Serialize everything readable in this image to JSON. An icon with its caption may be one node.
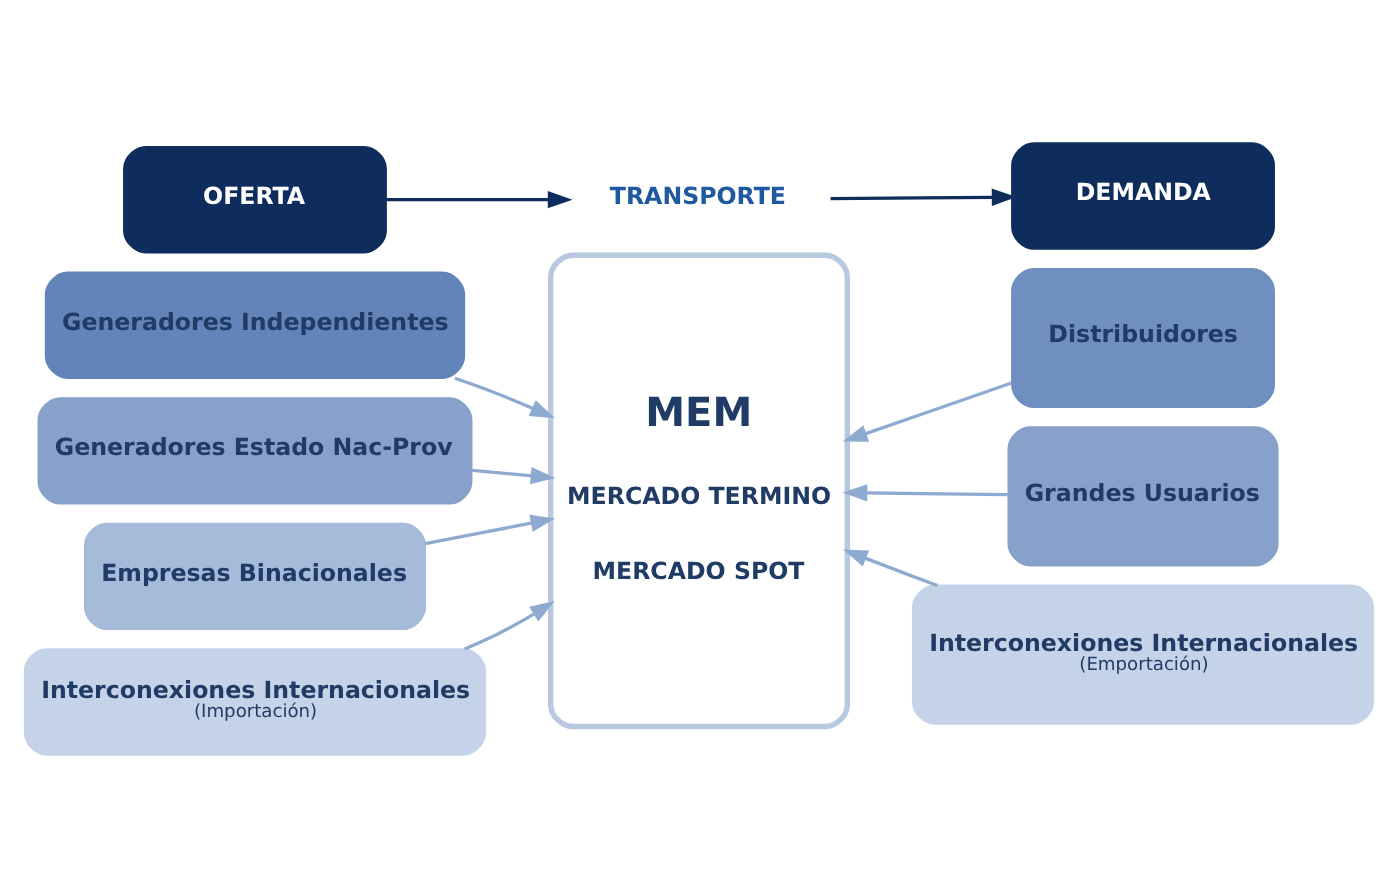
{
  "diagram": {
    "nodes": [
      {
        "text": [
          "OFERTA"
        ]
      },
      {
        "text": [
          "TRANSPORTE"
        ]
      },
      {
        "text": [
          "DEMANDA"
        ]
      },
      {
        "text": [
          "Generadores Independientes"
        ]
      },
      {
        "text": [
          "MEM",
          "MERCADO TERMINO",
          "MERCADO SPOT"
        ]
      },
      {
        "text": [
          "Distribuidores"
        ]
      },
      {
        "text": [
          "Generadores Estado Nac-Prov"
        ]
      },
      {
        "text": [
          "Grandes Usuarios"
        ]
      },
      {
        "text": [
          "Empresas Binacionales"
        ]
      },
      {
        "text": [
          "Interconexiones Internacionales",
          "(Importación)"
        ]
      },
      {
        "text": [
          "Interconexiones Internacionales",
          "(Emportación)"
        ]
      }
    ],
    "edges": [
      {
        "from": 0,
        "to": 1,
        "arrow": "to",
        "color": "#0f2d5c"
      },
      {
        "from": 1,
        "to": 2,
        "arrow": "to",
        "color": "#0f2d5c"
      },
      {
        "from": 3,
        "to": 4,
        "arrow": "to"
      },
      {
        "from": 6,
        "to": 4,
        "arrow": "to"
      },
      {
        "from": 8,
        "to": 4,
        "arrow": "to"
      },
      {
        "from": 9,
        "to": 4,
        "arrow": "to"
      },
      {
        "from": 5,
        "to": 4,
        "arrow": "to"
      },
      {
        "from": 7,
        "to": 4,
        "arrow": "to"
      },
      {
        "from": 10,
        "to": 4,
        "arrow": "to"
      }
    ]
  }
}
